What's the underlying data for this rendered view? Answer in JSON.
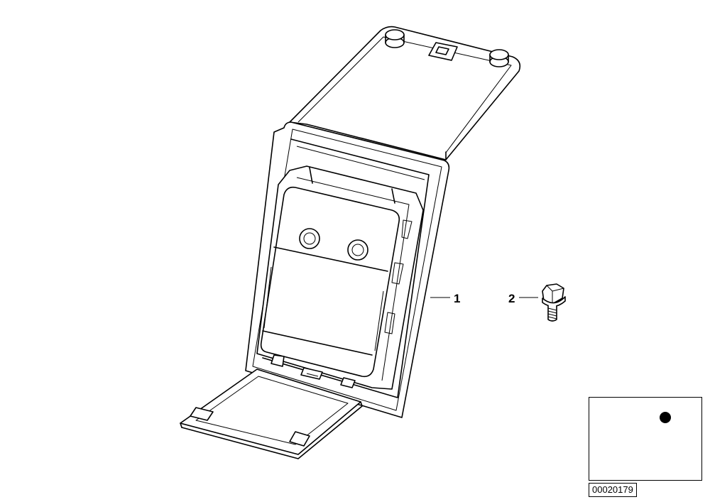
{
  "callouts": [
    {
      "number": "1",
      "part": "storage-compartment"
    },
    {
      "number": "2",
      "part": "hex-bolt"
    }
  ],
  "inset": {
    "marker_color": "#000000"
  },
  "diagram_id": "00020179"
}
